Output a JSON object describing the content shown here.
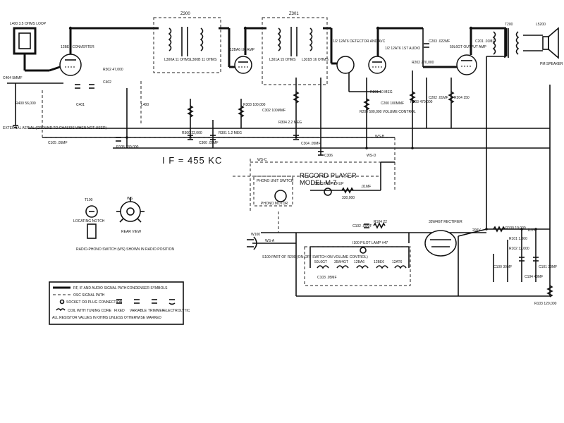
{
  "if_label": "I F = 455 KC",
  "record_player": {
    "line1": "RECORD PLAYER",
    "line2": "MODEL M-7"
  },
  "antenna": {
    "loop": "L400 3.5 OHMS LOOP",
    "ext": "EXTERNAL AERIAL (GROUND TO CHASSIS WHEN NOT USED)",
    "c404": "C404 5MMF",
    "r400": "R400 56,000"
  },
  "tubes": {
    "v1": "12BE6 CONVERTER",
    "v2": "12BA6 I.F. AMP",
    "v3": "1/2 12AT6 DETECTOR AND AVC",
    "v4": "1/2 12AT6 1ST AUDIO",
    "v5": "50L6GT OUTPUT AMP",
    "v6": "35W4GT RECTIFIER"
  },
  "transformers": {
    "z300": "Z300",
    "z301": "Z301",
    "z300_l1": "L300A 11 OHMS",
    "z300_l2": "L300B 11 OHMS",
    "z301_l1": "L301A 15 OHMS",
    "z301_l2": "L301B 16 OHMS",
    "t200": "T200",
    "l200": "L5200",
    "speaker": "PM SPEAKER"
  },
  "components": {
    "r302": "R302 47,000",
    "c402": "C402",
    "c401": "C401",
    "l400": "L400",
    "r300": "R300 22,000",
    "c300": "C300 .05MF",
    "r301": "R301 1.2 MEG",
    "c302": "C302 100MMF",
    "r303": "R303 100,000",
    "r304": "R304 2.2 MEG",
    "c304": "C304 .05MF",
    "c306": "C306",
    "r200": "R200 500,000 VOLUME CONTROL",
    "r201": "R201 10 MEG",
    "r202": "R202 270,000",
    "r203": "R203 470,000",
    "c202": "C202 .01MF",
    "c200": "C200 100MMF",
    "r204": "R204 150",
    "c203": "C203 .022MF",
    "c201": "C201 .01MF",
    "c102": "C102 .05MF",
    "r100": "R100 10,000",
    "r101": "R101 1,000",
    "r102": "R102 12,000",
    "c100": "C100 30MF",
    "c101": "C101 20MF",
    "r104": "R104 22",
    "c103": "C103 .05MF",
    "c104": "C104 40MF",
    "r103": "R103 120,000",
    "r105": "R105 330,000",
    "c105": "C105 .05MF",
    "pilot": "I100 PILOT LAMP #47",
    "s100": "S100 PART OF R200 (ON-OFF SWITCH ON VOLUME CONTROL)",
    "w100": "W100",
    "heaters": [
      "50L6GT",
      "35W4GT",
      "12BA6",
      "12BE6",
      "12AT6"
    ],
    "v200": "200V",
    "v110": "110V"
  },
  "switches": {
    "ws_a": "WS-A",
    "ws_b": "WS-B",
    "ws_c": "WS-C",
    "ws_d": "WS-D"
  },
  "phono": {
    "switch": "PHONO UNIT SWITCH",
    "motor": "PHONO MOTOR",
    "pickup": "CRYSTAL PICKUP",
    "r": "330,000",
    "c": ".01MF"
  },
  "switch_view": {
    "label": "WS",
    "rear": "REAR VIEW",
    "caption": "RADIO-PHONO SWITCH (WS) SHOWN IN RADIO POSITION",
    "terminals": "T100",
    "motor": "LOCATING NOTCH"
  },
  "legend": {
    "rf_path": "RF, IF AND AUDIO SIGNAL PATH",
    "osc_path": "OSC SIGNAL PATH",
    "socket": "SOCKET OR PLUG CONNECTION",
    "coil": "COIL WITH TUNING CORE",
    "resistor_note": "ALL RESISTOR VALUES IN OHMS UNLESS OTHERWISE MARKED",
    "condenser_symbols": "CONDENSER SYMBOLS",
    "fixed": "FIXED",
    "variable": "VARIABLE",
    "trimmer": "TRIMMER",
    "electrolytic": "ELECTROLYTIC"
  }
}
